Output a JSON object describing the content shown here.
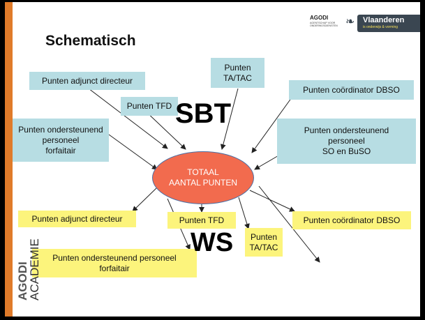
{
  "title": "Schematisch",
  "logo": {
    "agodi": "AGODI",
    "agodi_sub": "AGENTSCHAP VOOR ONDERWIJSDIENSTEN",
    "vlaanderen": "Vlaanderen",
    "vlaanderen_sub": "is onderwijs & vorming"
  },
  "side_label": {
    "bold": "AGODI",
    "rest": "ACADEMIE"
  },
  "center": {
    "line1": "TOTAAL",
    "line2": "AANTAL PUNTEN"
  },
  "groups": {
    "sbt": "SBT",
    "ws": "WS"
  },
  "teal_boxes": {
    "adjunct": "Punten adjunct directeur",
    "tatac": [
      "Punten",
      "TA/TAC"
    ],
    "tfd": "Punten TFD",
    "coord": "Punten coördinator DBSO",
    "onder": [
      "Punten ondersteunend",
      "personeel",
      "forfaitair"
    ],
    "so": [
      "Punten ondersteunend",
      "personeel",
      "SO en BuSO"
    ]
  },
  "yellow_boxes": {
    "adjunct": "Punten adjunct directeur",
    "tfd": "Punten TFD",
    "coord": "Punten coördinator DBSO",
    "tatac": [
      "Punten",
      "TA/TAC"
    ],
    "onder": [
      "Punten ondersteunend personeel",
      "forfaitair"
    ]
  },
  "colors": {
    "teal": "#b7dde3",
    "yellow": "#fcf47c",
    "ellipse": "#f26b4e",
    "accent": "#e07b2a"
  }
}
